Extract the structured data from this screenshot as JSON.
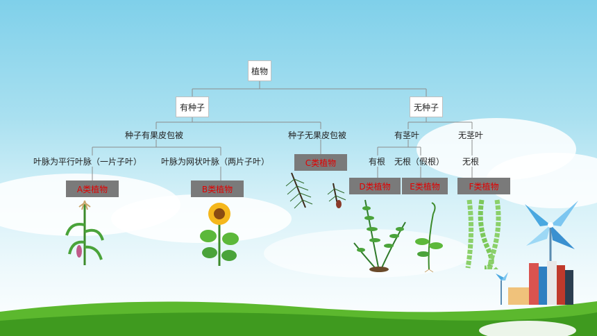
{
  "tree": {
    "root": "植物",
    "with_seed": "有种子",
    "without_seed": "无种子",
    "seed_covered": "种子有果皮包被",
    "seed_uncovered": "种子无果皮包被",
    "has_stem_leaf": "有茎叶",
    "no_stem_leaf": "无茎叶",
    "parallel_vein": "叶脉为平行叶脉（一片子叶）",
    "net_vein": "叶脉为网状叶脉（两片子叶）",
    "has_root": "有根",
    "no_root_false": "无根（假根）",
    "no_root": "无根"
  },
  "categories": {
    "a": "A类植物",
    "b": "B类植物",
    "c": "C类植物",
    "d": "D类植物",
    "e": "E类植物",
    "f": "F类植物"
  },
  "colors": {
    "category_text": "#e00000",
    "category_bg": "#7a7a7a",
    "line": "#8c8c8c"
  }
}
